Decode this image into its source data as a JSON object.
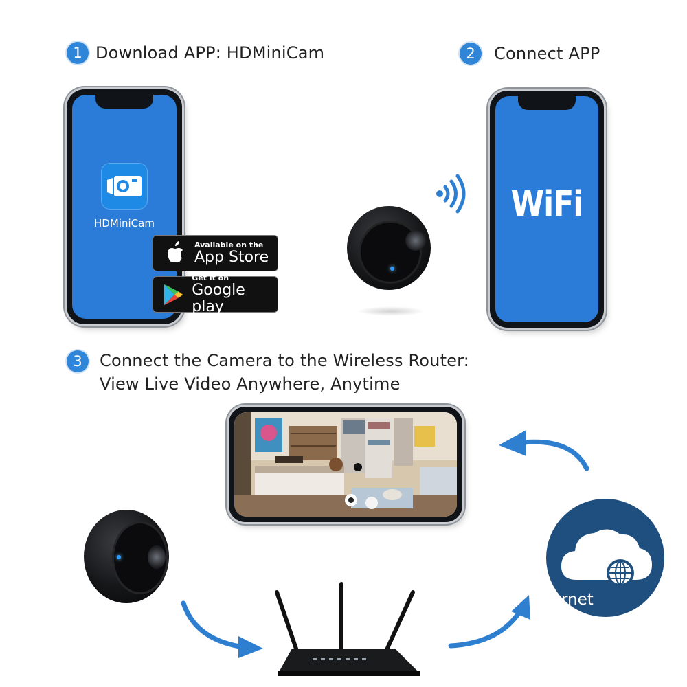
{
  "steps": [
    {
      "number": "1",
      "text": "Download APP: HDMiniCam"
    },
    {
      "number": "2",
      "text": "Connect APP"
    },
    {
      "number": "3",
      "line1": "Connect the Camera to the Wireless Router:",
      "line2": "View Live Video Anywhere, Anytime"
    }
  ],
  "phone1": {
    "app_name": "HDMiniCam"
  },
  "phone2": {
    "screen_text": "WiFi"
  },
  "app_store": {
    "small": "Available on the",
    "big": "App Store"
  },
  "google_play": {
    "small": "Get it on",
    "big": "Google play"
  },
  "cloud": {
    "label": "rnet"
  },
  "colors": {
    "accent": "#2f86d8",
    "screen_blue": "#2b7cd8",
    "cloud_navy": "#1f4f7e",
    "arrow_blue": "#2f7fd0"
  }
}
